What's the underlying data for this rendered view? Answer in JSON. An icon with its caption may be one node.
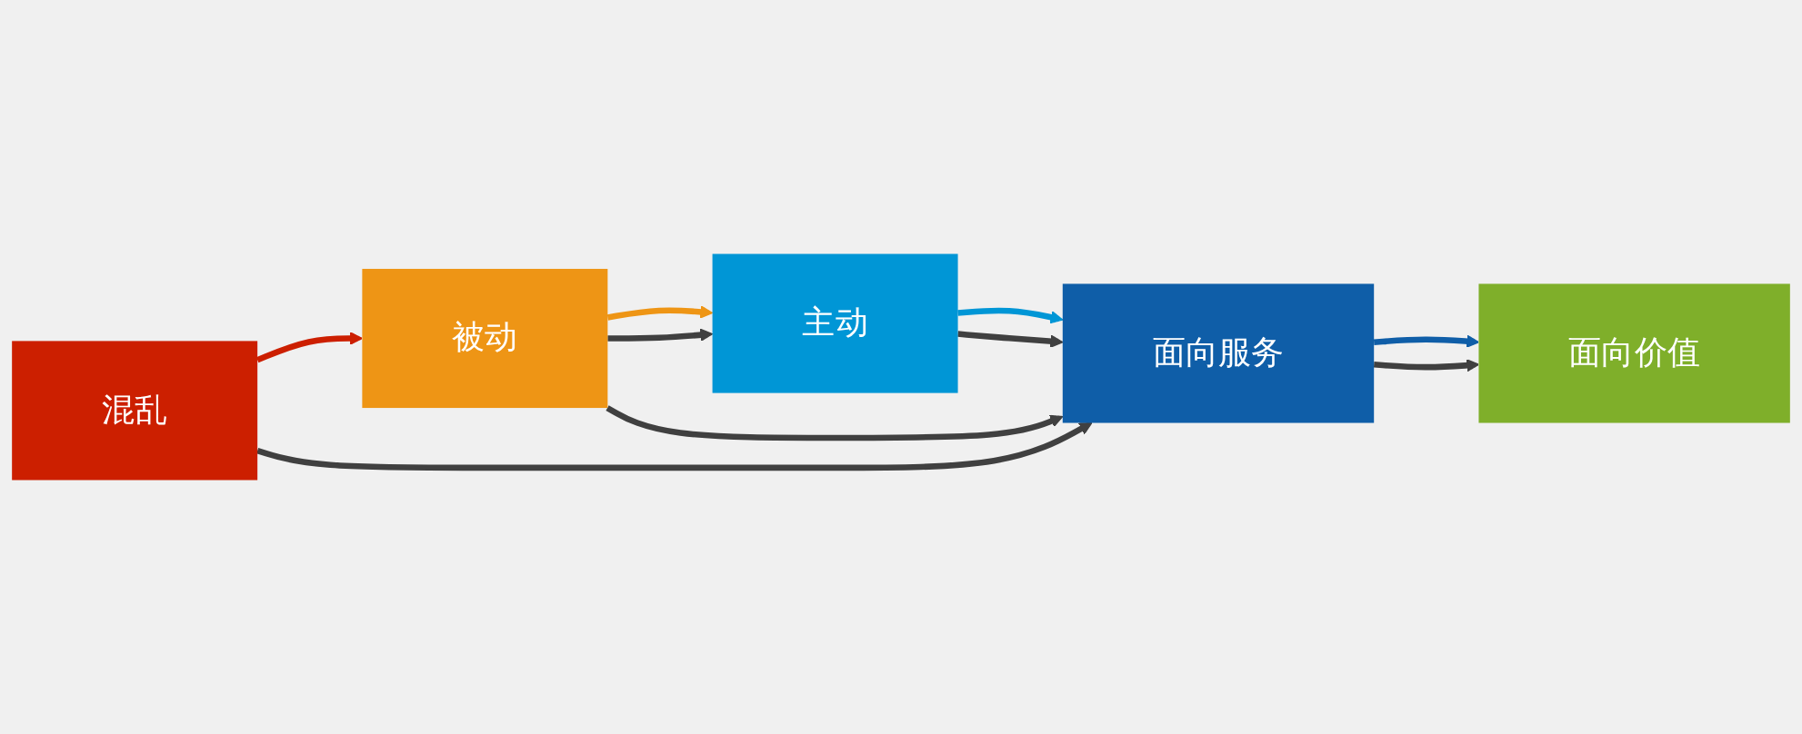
{
  "diagram": {
    "nodes": [
      {
        "text": [
          "混乱"
        ]
      },
      {
        "text": [
          "被动"
        ]
      },
      {
        "text": [
          "主动"
        ]
      },
      {
        "text": [
          "面向服务"
        ]
      },
      {
        "text": [
          "面向价值"
        ]
      }
    ],
    "edges": [
      {
        "from": 0,
        "to": 1,
        "arrow": "to",
        "color": "#cc1f00"
      },
      {
        "from": 1,
        "to": 2,
        "arrow": "to",
        "color": "#ee9515"
      },
      {
        "from": 2,
        "to": 3,
        "arrow": "to",
        "color": "#0096d6"
      },
      {
        "from": 3,
        "to": 4,
        "arrow": "to",
        "color": "#0f5ea8"
      },
      {
        "from": 0,
        "to": 3,
        "arrow": "to"
      },
      {
        "from": 3,
        "to": 4,
        "arrow": "to"
      },
      {
        "from": 1,
        "to": 2,
        "arrow": "to"
      },
      {
        "from": 2,
        "to": 3,
        "arrow": "to"
      },
      {
        "from": 1,
        "to": 3,
        "arrow": "to"
      }
    ]
  }
}
